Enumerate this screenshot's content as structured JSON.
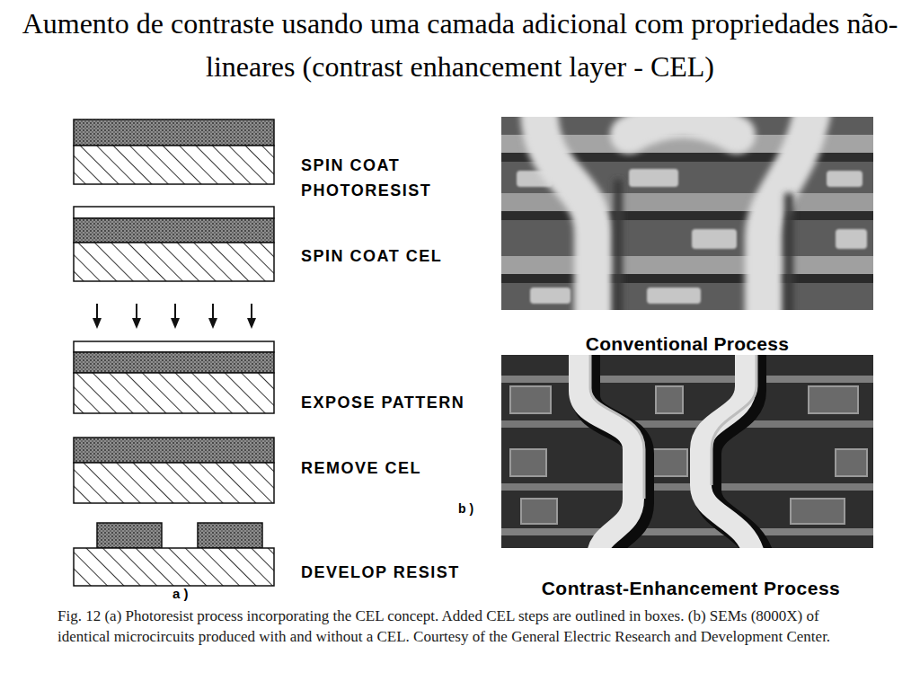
{
  "diagram": {
    "title": "Aumento de contraste usando uma camada adicional com propriedades não-lineares (contrast enhancement layer - CEL)",
    "caption": "Fig. 12 (a) Photoresist process incorporating the CEL concept. Added CEL steps are outlined in boxes. (b) SEMs (8000X) of identical microcircuits produced with and without a CEL. Courtesy of the General Electric Research and Development Center.",
    "labels": [
      "SPIN COAT PHOTORESIST",
      "SPIN COAT CEL",
      "EXPOSE PATTERN",
      "REMOVE CEL",
      "DEVELOP RESIST",
      "a )",
      "Conventional Process",
      "b )",
      "Contrast-Enhancement Process"
    ]
  }
}
